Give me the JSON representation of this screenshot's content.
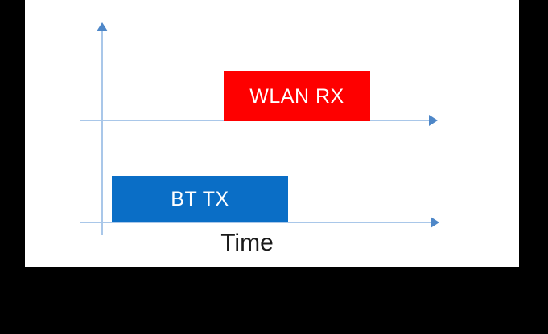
{
  "diagram": {
    "type": "timing-diagram",
    "canvas_bg": "#ffffff",
    "page_bg": "#000000",
    "axis_line_color": "#a9c7e9",
    "arrow_color": "#4e87c8",
    "bar_label_color": "#ffffff",
    "time_label_color": "#1a1a1a",
    "time_axis_label": "Time",
    "rows": [
      {
        "label": "WLAN RX",
        "color": "#fe0000",
        "timeline": "upper",
        "starts_after_bt_tx_start": true
      },
      {
        "label": "BT TX",
        "color": "#0a6ec6",
        "timeline": "lower",
        "ends_before_wlan_rx_end": true
      }
    ]
  }
}
